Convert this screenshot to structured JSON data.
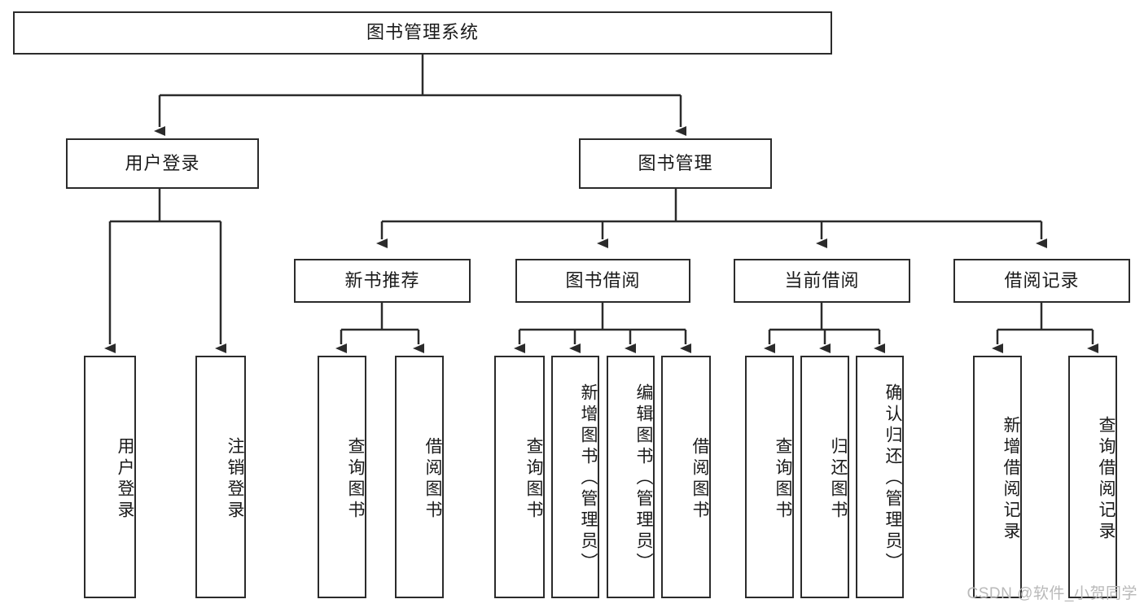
{
  "title": "图书管理系统",
  "watermark": "CSDN @软件_小贺同学",
  "colors": {
    "background": "#ffffff",
    "border": "#2b2b2b",
    "text": "#1a1a1a",
    "watermark": "#b9b9b9"
  },
  "tree": {
    "root": {
      "label": "图书管理系统"
    },
    "level2": [
      {
        "label": "用户登录"
      },
      {
        "label": "图书管理"
      }
    ],
    "level3": [
      {
        "label": "新书推荐"
      },
      {
        "label": "图书借阅"
      },
      {
        "label": "当前借阅"
      },
      {
        "label": "借阅记录"
      }
    ],
    "leaves": {
      "user_login": [
        {
          "label": "用户登录"
        },
        {
          "label": "注销登录"
        }
      ],
      "new_book_recommend": [
        {
          "label": "查询图书"
        },
        {
          "label": "借阅图书"
        }
      ],
      "book_borrow": [
        {
          "label": "查询图书"
        },
        {
          "label": "新增图书（管理员）"
        },
        {
          "label": "编辑图书（管理员）"
        },
        {
          "label": "借阅图书"
        }
      ],
      "current_borrow": [
        {
          "label": "查询图书"
        },
        {
          "label": "归还图书"
        },
        {
          "label": "确认归还（管理员）"
        }
      ],
      "borrow_record": [
        {
          "label": "新增借阅记录"
        },
        {
          "label": "查询借阅记录"
        }
      ]
    }
  }
}
